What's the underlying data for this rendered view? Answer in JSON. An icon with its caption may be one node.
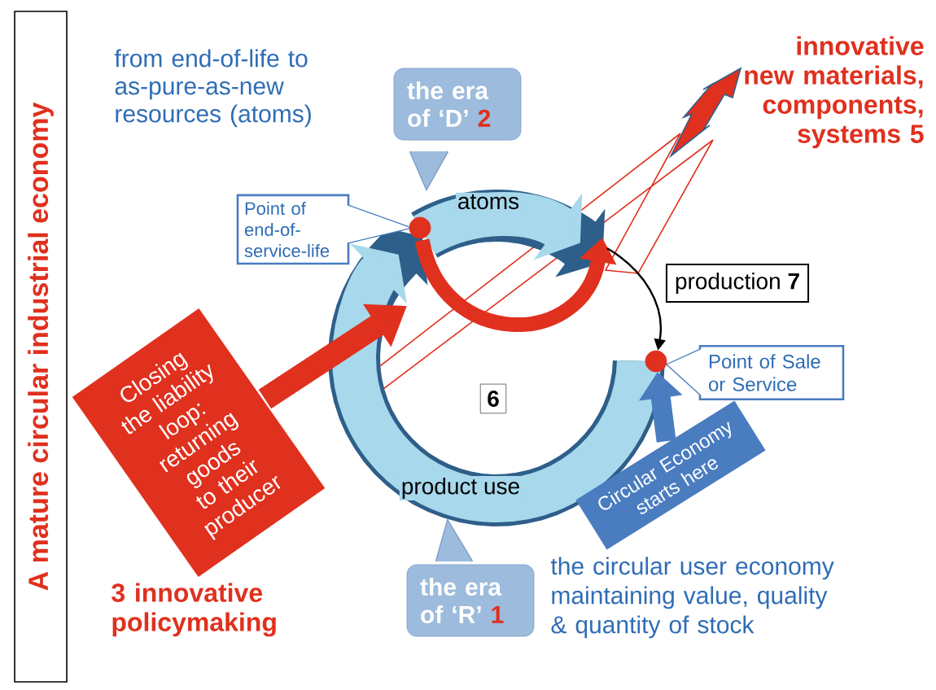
{
  "diagram": {
    "title": "A mature circular industrial economy",
    "nodes": [
      {
        "text": [
          "the era of ‘D’",
          "2"
        ]
      },
      {
        "text": [
          "Point of end-of-service-life"
        ]
      },
      {
        "text": [
          "Closing the liability loop: returning goods to their producer"
        ]
      },
      {
        "text": [
          "production **7**"
        ]
      },
      {
        "text": [
          "Point of Sale or Service"
        ]
      },
      {
        "text": [
          "Circular Economy starts here"
        ]
      },
      {
        "text": [
          "6"
        ]
      },
      {
        "text": [
          "the era of ‘R’",
          "1"
        ]
      },
      {
        "text": [],
        "shape": "circle"
      },
      {
        "text": [],
        "shape": "circle"
      }
    ],
    "edges": [
      {
        "from": 2,
        "to": null,
        "arrow": "to",
        "color": "#e0301e"
      },
      {
        "from": 8,
        "to": null,
        "arrow": "to",
        "color": "#e0301e"
      },
      {
        "from": null,
        "to": 9,
        "arrow": "to",
        "color": "#000000"
      },
      {
        "from": 5,
        "to": 9,
        "arrow": "to",
        "color": "#4a7cc0"
      },
      {
        "from": 8,
        "to": null,
        "arrow": "to",
        "label": "atoms",
        "style": "thick",
        "color": "#a7d8ec"
      },
      {
        "from": 9,
        "to": 8,
        "arrow": "to",
        "label": "product use",
        "style": "thick",
        "color": "#a7d8ec"
      }
    ],
    "labels": [
      "from end-of-life to as-pure-as-new resources (atoms)",
      "innovative new materials, components, systems 5",
      "3 innovative policymaking",
      "the circular user economy maintaining value, quality & quantity of stock"
    ]
  }
}
